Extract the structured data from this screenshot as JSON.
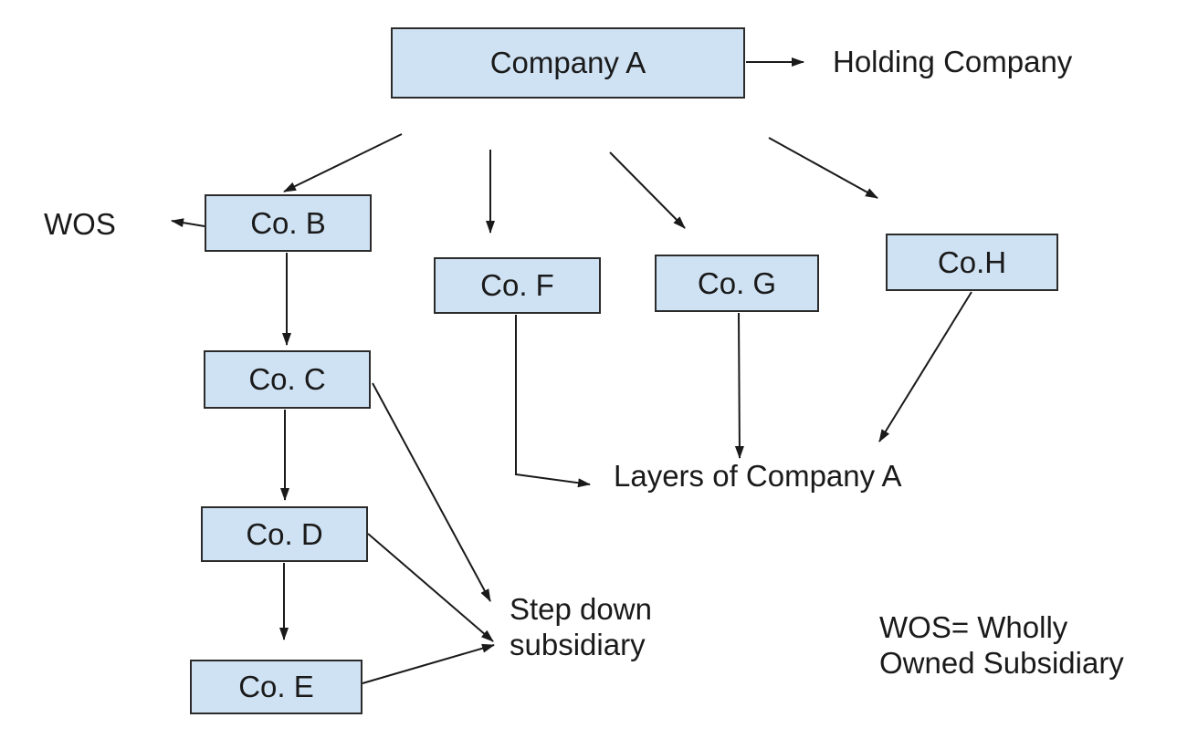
{
  "diagram": {
    "title_implied": "",
    "nodes": {
      "company_a": {
        "label": "Company A"
      },
      "co_b": {
        "label": "Co. B"
      },
      "co_c": {
        "label": "Co. C"
      },
      "co_d": {
        "label": "Co. D"
      },
      "co_e": {
        "label": "Co. E"
      },
      "co_f": {
        "label": "Co. F"
      },
      "co_g": {
        "label": "Co. G"
      },
      "co_h": {
        "label": "Co.H"
      }
    },
    "annotations": {
      "holding_company": "Holding Company",
      "wos": "WOS",
      "layers": "Layers of Company A",
      "step_down_line1": "Step down",
      "step_down_line2": "subsidiary",
      "legend_line1": "WOS= Wholly",
      "legend_line2": "Owned Subsidiary"
    },
    "edges": [
      {
        "from": "Company A",
        "to": "Holding Company"
      },
      {
        "from": "Company A",
        "to": "Co. B"
      },
      {
        "from": "Company A",
        "to": "Co. F"
      },
      {
        "from": "Company A",
        "to": "Co. G"
      },
      {
        "from": "Company A",
        "to": "Co.H"
      },
      {
        "from": "Co. B",
        "to": "WOS"
      },
      {
        "from": "Co. B",
        "to": "Co. C"
      },
      {
        "from": "Co. C",
        "to": "Co. D"
      },
      {
        "from": "Co. D",
        "to": "Co. E"
      },
      {
        "from": "Co. C",
        "to": "Step down subsidiary"
      },
      {
        "from": "Co. D",
        "to": "Step down subsidiary"
      },
      {
        "from": "Co. E",
        "to": "Step down subsidiary"
      },
      {
        "from": "Co. F",
        "to": "Layers of Company A"
      },
      {
        "from": "Co. G",
        "to": "Layers of Company A"
      },
      {
        "from": "Co.H",
        "to": "Layers of Company A"
      }
    ],
    "colors": {
      "node_fill": "#cfe2f3",
      "node_border": "#2b2b2b",
      "arrow": "#1a1a1a",
      "text": "#1a1a1a",
      "background": "#ffffff"
    }
  }
}
